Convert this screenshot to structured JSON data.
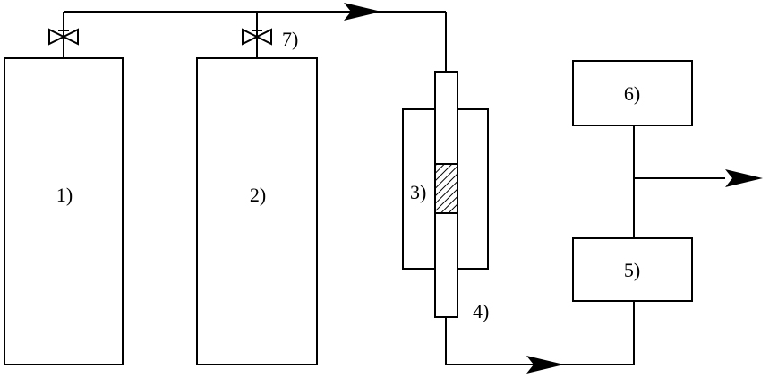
{
  "labels": {
    "cylinder1": "1)",
    "cylinder2": "2)",
    "sample": "3)",
    "reactor_tube": "4)",
    "unit5": "5)",
    "unit6": "6)",
    "valve": "7)"
  }
}
